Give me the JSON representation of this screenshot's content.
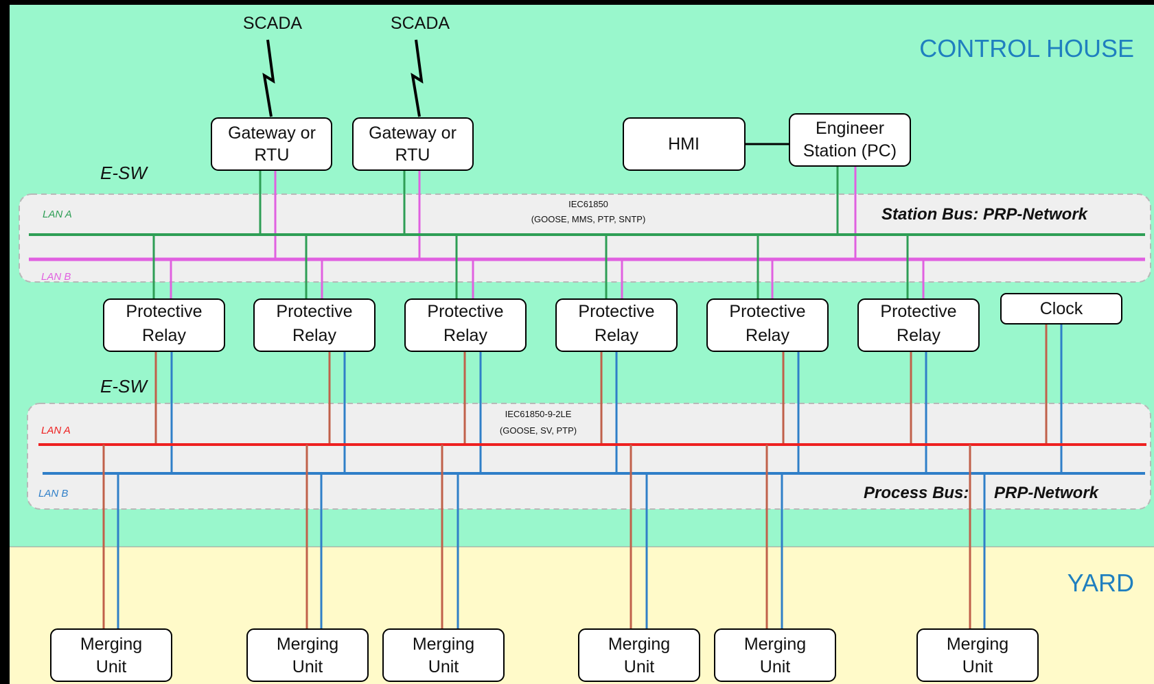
{
  "zones": {
    "control_house": "CONTROL HOUSE",
    "yard": "YARD"
  },
  "scada": [
    "SCADA",
    "SCADA"
  ],
  "gateways": [
    {
      "line1": "Gateway or",
      "line2": "RTU"
    },
    {
      "line1": "Gateway or",
      "line2": "RTU"
    }
  ],
  "hmi": "HMI",
  "engineer_station": {
    "line1": "Engineer",
    "line2": "Station (PC)"
  },
  "esw_labels": [
    "E-SW",
    "E-SW"
  ],
  "station_bus": {
    "lan_a": "LAN A",
    "lan_b": "LAN B",
    "protocol_line1": "IEC61850",
    "protocol_line2": "(GOOSE, MMS, PTP, SNTP)",
    "name": "Station Bus: PRP-Network"
  },
  "relays": [
    {
      "line1": "Protective",
      "line2": "Relay"
    },
    {
      "line1": "Protective",
      "line2": "Relay"
    },
    {
      "line1": "Protective",
      "line2": "Relay"
    },
    {
      "line1": "Protective",
      "line2": "Relay"
    },
    {
      "line1": "Protective",
      "line2": "Relay"
    },
    {
      "line1": "Protective",
      "line2": "Relay"
    }
  ],
  "clock": "Clock",
  "process_bus": {
    "lan_a": "LAN A",
    "lan_b": "LAN B",
    "protocol_line1": "IEC61850-9-2LE",
    "protocol_line2": "(GOOSE, SV, PTP)",
    "name_part1": "Process Bus:",
    "name_part2": "PRP-Network"
  },
  "merging_units": [
    {
      "line1": "Merging",
      "line2": "Unit"
    },
    {
      "line1": "Merging",
      "line2": "Unit"
    },
    {
      "line1": "Merging",
      "line2": "Unit"
    },
    {
      "line1": "Merging",
      "line2": "Unit"
    },
    {
      "line1": "Merging",
      "line2": "Unit"
    },
    {
      "line1": "Merging",
      "line2": "Unit"
    }
  ],
  "colors": {
    "control_house_bg": "#99f7cc",
    "yard_bg": "#fffac9",
    "bus_panel_bg": "#efefef",
    "station_lan_a": "#2e9e55",
    "station_lan_b": "#e060e0",
    "process_lan_a": "#ee2020",
    "process_lan_b": "#2f7fc8",
    "drop_red": "#c0604a",
    "zone_text": "#1f7fbf"
  }
}
